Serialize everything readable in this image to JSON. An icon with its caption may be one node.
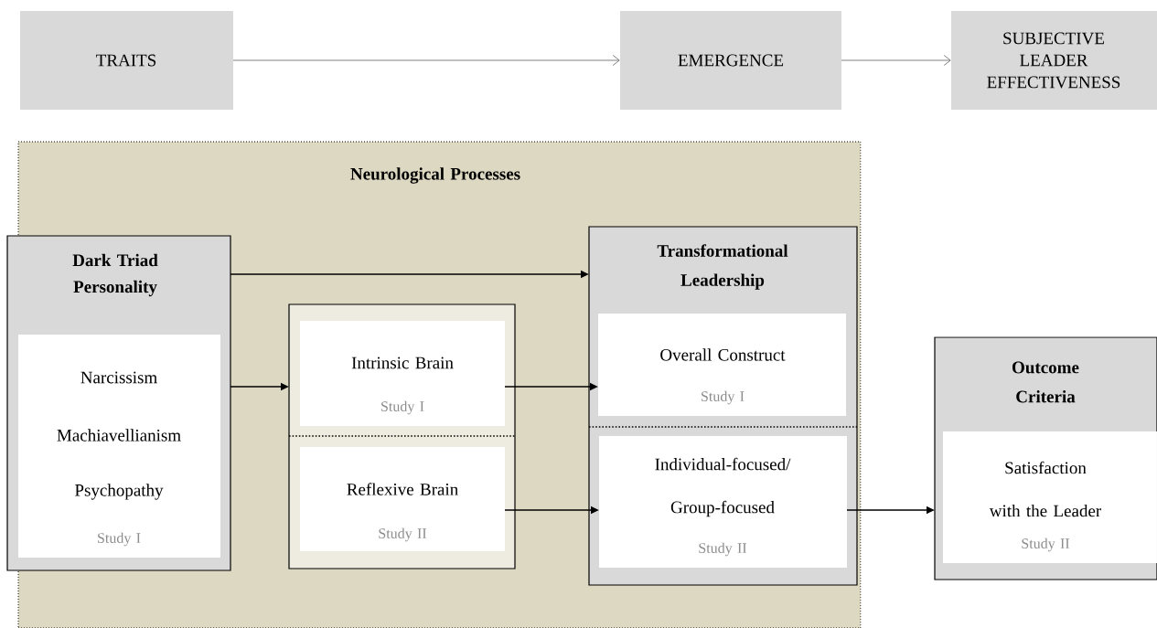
{
  "diagram": {
    "nodes": [
      {
        "text": [
          "TRAITS"
        ]
      },
      {
        "text": [
          "EMERGENCE"
        ]
      },
      {
        "text": [
          "SUBJECTIVE LEADER EFFECTIVENESS"
        ]
      },
      {
        "text": [
          "Neurological Processes"
        ]
      },
      {
        "text": [
          "Dark Triad Personality"
        ],
        "in": 3
      },
      {
        "text": [
          "Narcissism",
          "Machiavellianism",
          "Psychopathy",
          "Study I"
        ],
        "in": 4
      },
      {
        "text": [],
        "shape": "box",
        "in": 3
      },
      {
        "text": [
          "Intrinsic Brain",
          "Study I"
        ],
        "in": 6
      },
      {
        "text": [
          "Reflexive Brain",
          "Study II"
        ],
        "in": 6
      },
      {
        "text": [
          "Transformational Leadership"
        ],
        "in": 3
      },
      {
        "text": [
          "Overall Construct",
          "Study I"
        ],
        "in": 9
      },
      {
        "text": [
          "Individual-focused/ Group-focused",
          "Study II"
        ],
        "in": 9
      },
      {
        "text": [
          "Outcome Criteria"
        ]
      },
      {
        "text": [
          "Satisfaction with the Leader",
          "Study II"
        ],
        "in": 12
      }
    ],
    "edges": [
      {
        "from": 0,
        "to": 1,
        "arrow": "to",
        "color": "#7f7f7f"
      },
      {
        "from": 1,
        "to": 2,
        "arrow": "to",
        "color": "#7f7f7f"
      },
      {
        "from": 4,
        "to": 9,
        "arrow": "to"
      },
      {
        "from": 4,
        "to": 6,
        "arrow": "to"
      },
      {
        "from": 7,
        "to": 10,
        "arrow": "to"
      },
      {
        "from": 8,
        "to": 11,
        "arrow": "to"
      },
      {
        "from": 11,
        "to": 12,
        "arrow": "to"
      }
    ]
  }
}
